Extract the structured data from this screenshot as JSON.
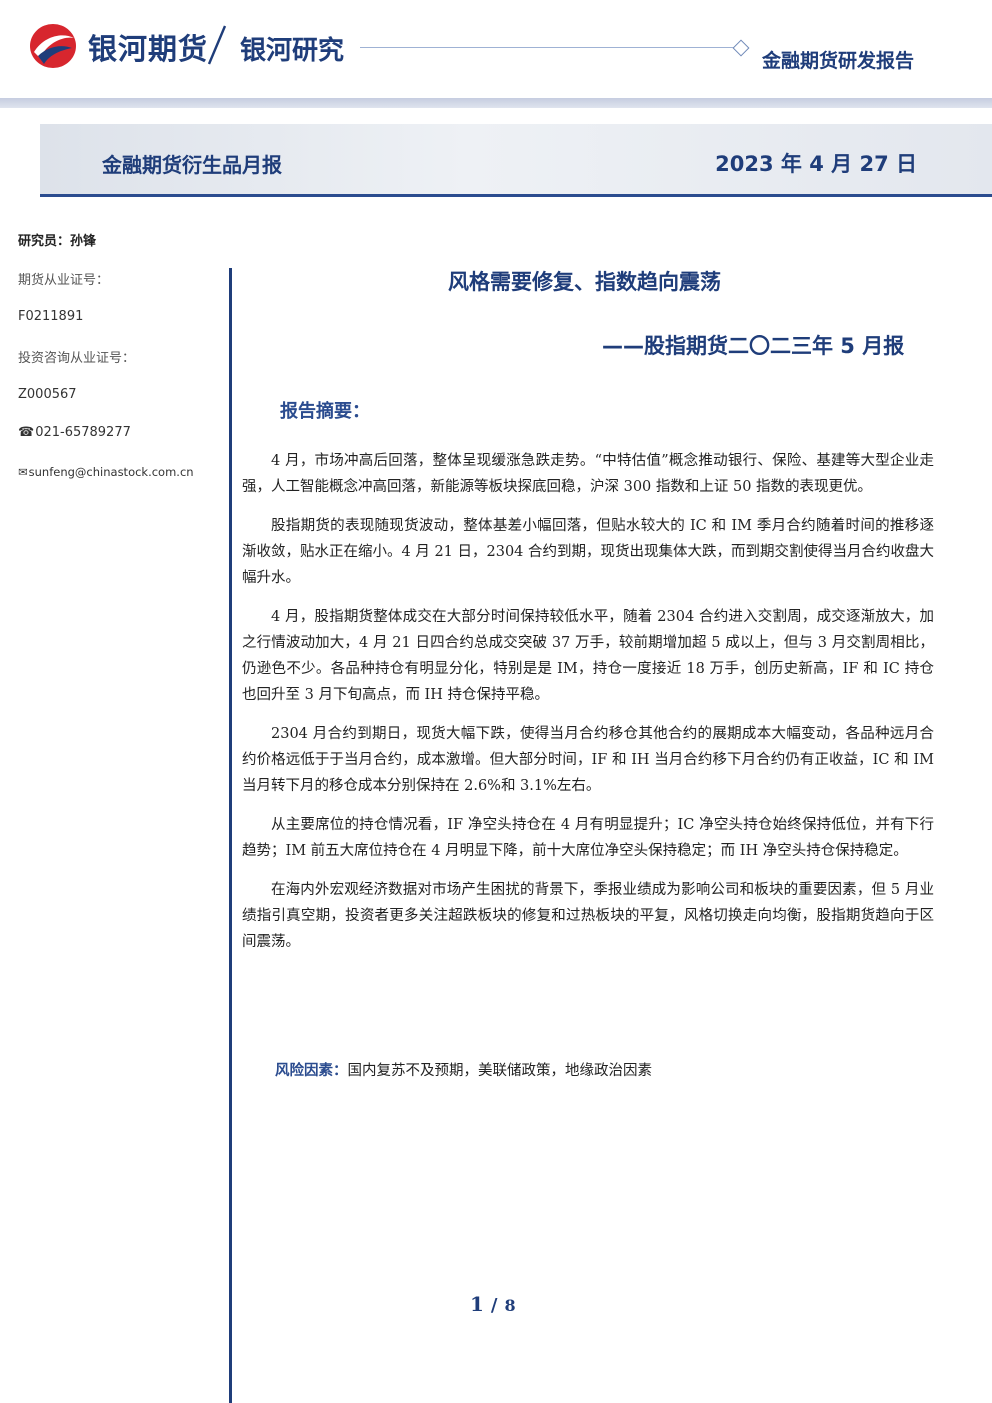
{
  "header": {
    "brand_name": "银河期货",
    "brand_research": "银河研究",
    "report_type": "金融期货研发报告",
    "colors": {
      "brand_blue": "#1f3d7a",
      "logo_red": "#d7262e"
    }
  },
  "banner": {
    "title": "金融期货衍生品月报",
    "date": "2023 年 4 月 27 日"
  },
  "sidebar": {
    "researcher": "研究员：孙锋",
    "futures_license_label": "期货从业证号：",
    "futures_license_no": "F0211891",
    "consult_license_label": "投资咨询从业证号：",
    "consult_license_no": "Z000567",
    "phone_icon": "phone-icon",
    "phone": "021-65789277",
    "email_icon": "mail-icon",
    "email": "sunfeng@chinastock.com.cn"
  },
  "main": {
    "title": "风格需要修复、指数趋向震荡",
    "subtitle": "——股指期货二〇二三年 5 月报",
    "summary_heading": "报告摘要：",
    "paragraphs": [
      "4 月，市场冲高后回落，整体呈现缓涨急跌走势。“中特估值”概念推动银行、保险、基建等大型企业走强，人工智能概念冲高回落，新能源等板块探底回稳，沪深 300 指数和上证 50 指数的表现更优。",
      "股指期货的表现随现货波动，整体基差小幅回落，但贴水较大的 IC 和 IM 季月合约随着时间的推移逐渐收敛，贴水正在缩小。4 月 21 日，2304 合约到期，现货出现集体大跌，而到期交割使得当月合约收盘大幅升水。",
      "4 月，股指期货整体成交在大部分时间保持较低水平，随着 2304 合约进入交割周，成交逐渐放大，加之行情波动加大，4 月 21 日四合约总成交突破 37 万手，较前期增加超 5 成以上，但与 3 月交割周相比，仍逊色不少。各品种持仓有明显分化，特别是是 IM，持仓一度接近 18 万手，创历史新高，IF 和 IC 持仓也回升至 3 月下旬高点，而 IH 持仓保持平稳。",
      "2304 月合约到期日，现货大幅下跌，使得当月合约移仓其他合约的展期成本大幅变动，各品种远月合约价格远低于于当月合约，成本激增。但大部分时间，IF 和 IH 当月合约移下月合约仍有正收益，IC 和 IM 当月转下月的移仓成本分别保持在 2.6%和 3.1%左右。",
      "从主要席位的持仓情况看，IF 净空头持仓在 4 月有明显提升；IC 净空头持仓始终保持低位，并有下行趋势；IM 前五大席位持仓在 4 月明显下降，前十大席位净空头保持稳定；而 IH 净空头持仓保持稳定。",
      "在海内外宏观经济数据对市场产生困扰的背景下，季报业绩成为影响公司和板块的重要因素，但 5 月业绩指引真空期，投资者更多关注超跌板块的修复和过热板块的平复，风格切换走向均衡，股指期货趋向于区间震荡。"
    ],
    "risk_label": "风险因素：",
    "risk_text": "国内复苏不及预期，美联储政策，地缘政治因素"
  },
  "footer": {
    "page_current": "1",
    "page_sep": "/",
    "page_total": "8"
  }
}
